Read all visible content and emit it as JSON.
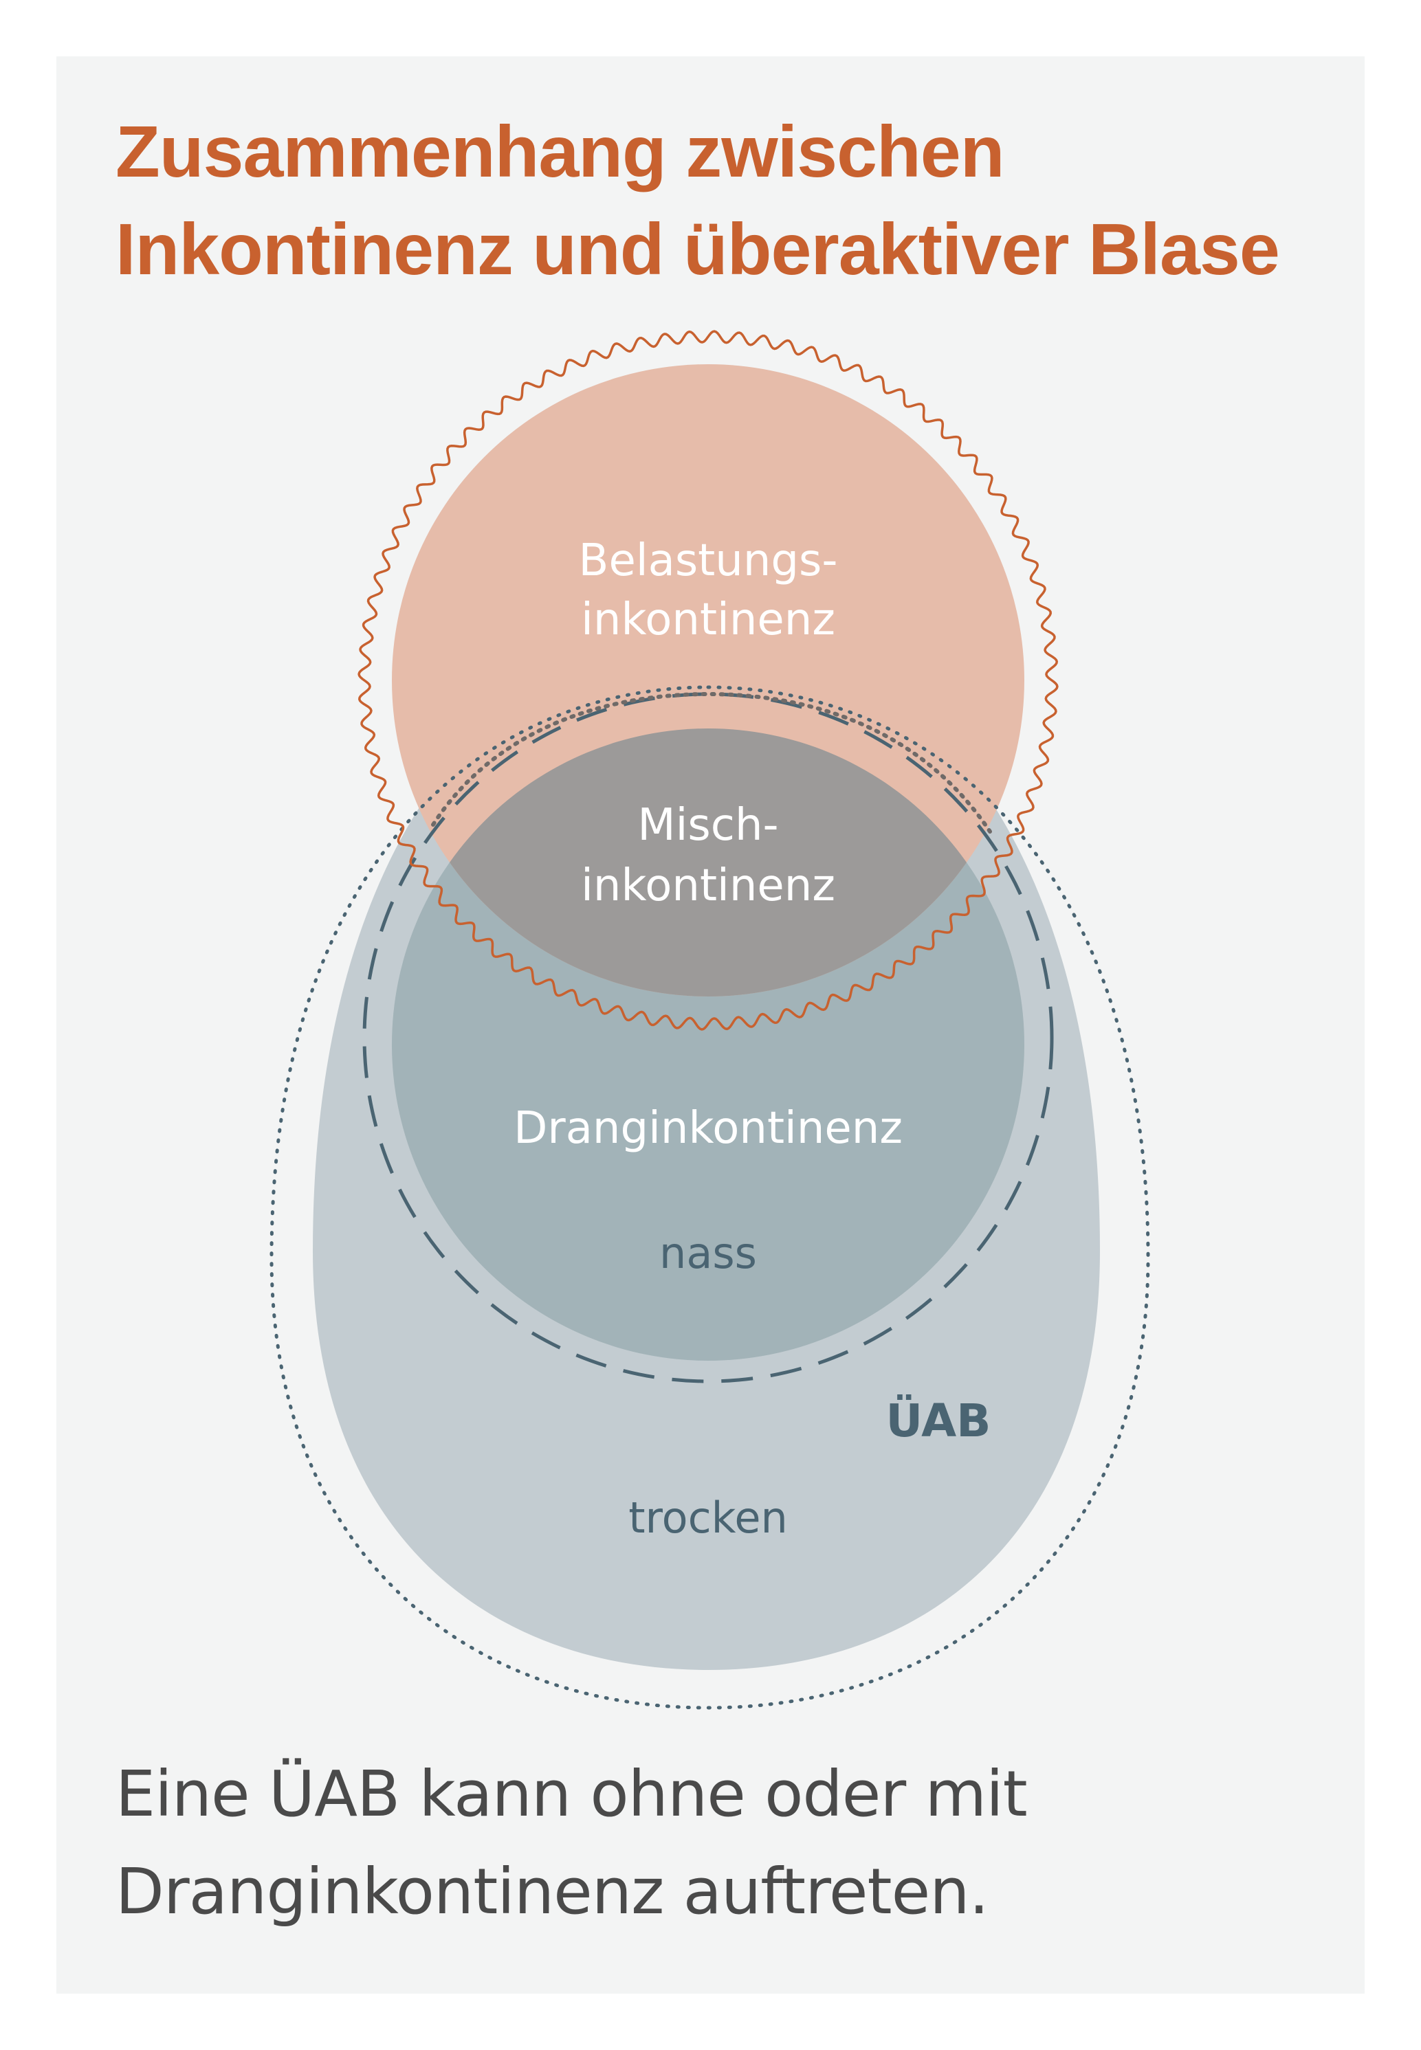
{
  "title": {
    "line1": "Zusammenhang zwischen",
    "line2": "Inkontinenz und überaktiver Blase"
  },
  "diagram": {
    "labels": {
      "stress_line1": "Belastungs-",
      "stress_line2": "inkontinenz",
      "mixed_line1": "Misch-",
      "mixed_line2": "inkontinenz",
      "urge": "Dranginkontinenz",
      "wet": "nass",
      "oab": "ÜAB",
      "dry": "trocken"
    },
    "colors": {
      "stress": "#e6bcaa",
      "mixed": "#9c9a99",
      "urge": "#a2b3b8",
      "oab": "#c3ccd1",
      "accent": "#c8612f",
      "dark_teal": "#4a6472",
      "white": "#ffffff"
    }
  },
  "caption": {
    "line1": "Eine ÜAB kann ohne oder mit",
    "line2": "Dranginkontinenz auftreten."
  }
}
